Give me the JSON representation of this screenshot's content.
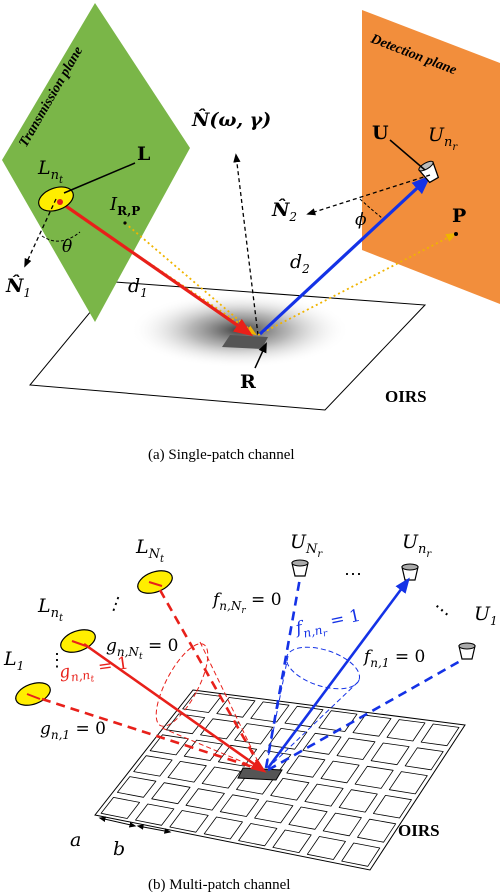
{
  "panel_a": {
    "transmission_plane_label": "Transmission plane",
    "detection_plane_label": "Detection plane",
    "normal_label": "N̂(ω, γ)",
    "L_label": "L",
    "Lnt_label": "L",
    "Lnt_sub": "n",
    "Lnt_subsub": "t",
    "IRP_label": "I",
    "IRP_sub": "R,P",
    "theta_label": "θ",
    "N1_label": "N̂",
    "N1_sub": "1",
    "d1_label": "d",
    "d1_sub": "1",
    "R_label": "R",
    "U_label": "U",
    "Unr_label": "U",
    "Unr_sub": "n",
    "Unr_subsub": "r",
    "N2_label": "N̂",
    "N2_sub": "2",
    "phi_label": "ϕ",
    "P_label": "P",
    "d2_label": "d",
    "d2_sub": "2",
    "oirs_label": "OIRS",
    "caption": "(a)  Single-patch channel",
    "colors": {
      "transmission_plane": "#7ab648",
      "detection_plane": "#f28e3c",
      "incident_ray": "#e8201a",
      "reflected_ray": "#1432e6",
      "dotted_ray": "#f0b400",
      "led": "#ffee00"
    }
  },
  "panel_b": {
    "LNt_label": "L",
    "LNt_sub": "N",
    "LNt_subsub": "t",
    "Lnt_label": "L",
    "Lnt_sub": "n",
    "Lnt_subsub": "t",
    "L1_label": "L",
    "L1_sub": "1",
    "UNr_label": "U",
    "UNr_sub": "N",
    "UNr_subsub": "r",
    "Unr_label": "U",
    "Unr_sub": "n",
    "Unr_subsub": "r",
    "U1_label": "U",
    "U1_sub": "1",
    "ellipsis": "⋯",
    "vdots": "⋮",
    "f_nNr": {
      "base": "f",
      "sub": "n,N",
      "subsub": "r",
      "value": " = 0"
    },
    "f_nnr": {
      "base": "f",
      "sub": "n,n",
      "subsub": "r",
      "value": " = 1"
    },
    "f_n1": {
      "base": "f",
      "sub": "n,1",
      "value": " = 0"
    },
    "g_nNt": {
      "base": "g",
      "sub": "n,N",
      "subsub": "t",
      "value": " = 0"
    },
    "g_nnt": {
      "base": "g",
      "sub": "n,n",
      "subsub": "t",
      "value": " = 1"
    },
    "g_n1": {
      "base": "g",
      "sub": "n,1",
      "value": " = 0"
    },
    "a_label": "a",
    "b_label": "b",
    "oirs_label": "OIRS",
    "caption": "(b)  Multi-patch channel"
  }
}
